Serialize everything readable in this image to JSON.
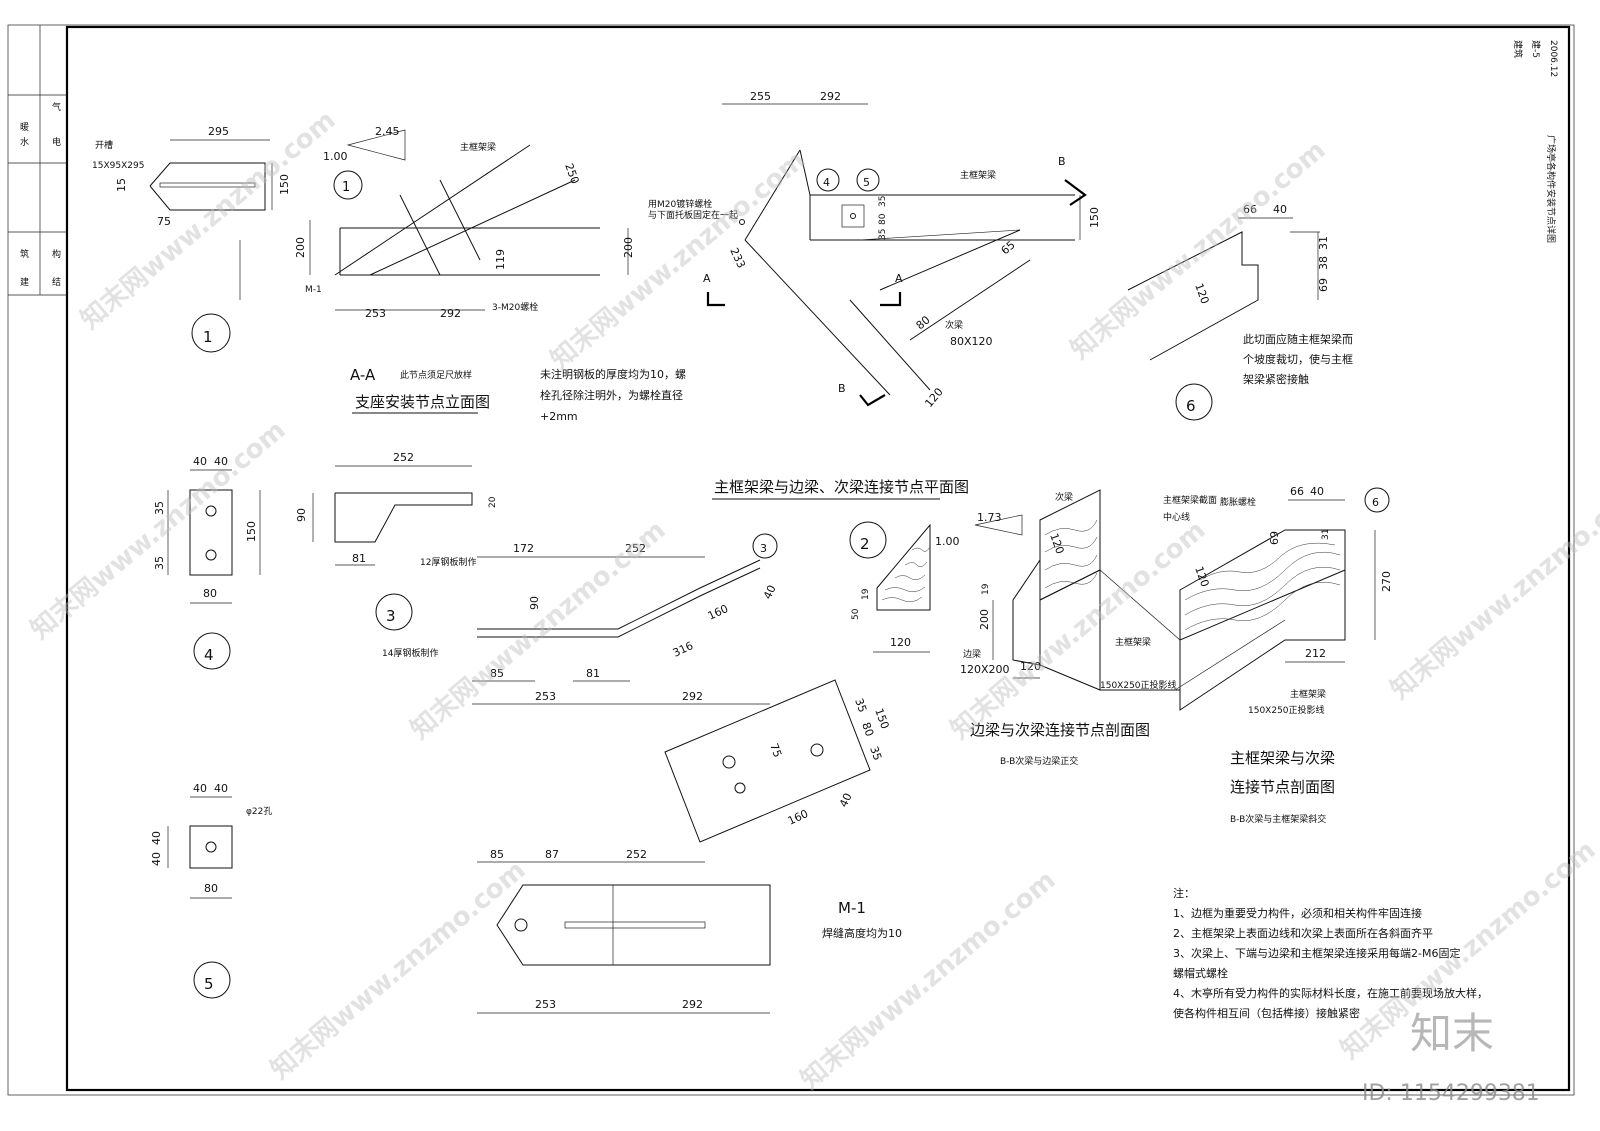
{
  "title_block": {
    "col1": [
      "建",
      "筑",
      "结",
      "构"
    ],
    "col2": [
      "水",
      "暖",
      "电",
      "气"
    ],
    "right_col1": "建筑",
    "right_col2": "建-5",
    "right_col3": "2006.12",
    "drawing_title": "广场亭各构件安装节点详图"
  },
  "section_aa": {
    "title": "A-A",
    "subtitle": "此节点须足尺放样",
    "caption": "支座安装节点立面图",
    "slope_a": "2.45",
    "slope_b": "1.00",
    "label_main_beam": "主框架梁",
    "label_bolts": "3-M20螺栓",
    "label_m1": "M-1",
    "dims": [
      "253",
      "292",
      "200",
      "200",
      "119",
      "250"
    ]
  },
  "detail1": {
    "label_slot": "开槽",
    "label_size": "15X95X295",
    "dims": [
      "295",
      "150",
      "15",
      "75"
    ],
    "marker": "1"
  },
  "plan": {
    "caption": "主框架梁与边梁、次梁连接节点平面图",
    "label_bolt": "用M20镀锌螺栓",
    "label_bolt2": "与下面托板固定在一起",
    "label_main_beam": "主框架梁",
    "label_sec_beam": "次梁",
    "label_sec_size": "80X120",
    "markA": "A",
    "markB": "B",
    "dims": [
      "255",
      "292",
      "233",
      "150",
      "35",
      "80",
      "35",
      "65",
      "80",
      "120"
    ]
  },
  "note_plate": [
    "未注明钢板的厚度均为10，螺",
    "栓孔径除注明外，为螺栓直径",
    "+2mm"
  ],
  "detail6": {
    "marker": "6",
    "dims": [
      "66",
      "40",
      "31",
      "38",
      "69",
      "120"
    ],
    "note": [
      "此切面应随主框架梁而",
      "个坡度裁切，使与主框",
      "架梁紧密接触"
    ]
  },
  "detail4": {
    "marker": "4",
    "dims": [
      "40",
      "40",
      "35",
      "35",
      "150",
      "80"
    ]
  },
  "detail3": {
    "marker": "3",
    "dims": [
      "252",
      "90",
      "20",
      "81"
    ],
    "label": "12厚钢板制作"
  },
  "detail5": {
    "marker": "5",
    "dims": [
      "40",
      "40",
      "40",
      "40",
      "80"
    ],
    "label": "φ22孔"
  },
  "m1": {
    "title": "M-1",
    "note": "焊缝高度均为10",
    "label_plate": "14厚钢板制作",
    "marker": "3",
    "dims_top": [
      "172",
      "252"
    ],
    "dims_mid": [
      "85",
      "81",
      "253",
      "292",
      "316",
      "160",
      "90",
      "40"
    ],
    "dims_side": [
      "35",
      "80",
      "35",
      "150",
      "75",
      "160",
      "40"
    ],
    "dims_bottom": [
      "85",
      "87",
      "252",
      "253",
      "292"
    ]
  },
  "detail2": {
    "marker": "2",
    "slope_a": "1.73",
    "slope_b": "1.00",
    "dims": [
      "19",
      "50",
      "120"
    ]
  },
  "section_edge": {
    "caption": "边梁与次梁连接节点剖面图",
    "sub": "B-B次梁与边梁正交",
    "label_sec": "次梁",
    "label_edge": "边梁",
    "label_edge_size": "120X200",
    "label_main": "主框架梁截面",
    "label_center": "中心线",
    "label_main2": "主框架梁",
    "label_proj": "150X250正投影线",
    "dims": [
      "120",
      "19",
      "200",
      "120"
    ]
  },
  "section_main": {
    "caption1": "主框架梁与次梁",
    "caption2": "连接节点剖面图",
    "sub": "B-B次梁与主框架梁斜交",
    "label_bolt": "膨胀螺栓",
    "label_main": "主框架梁",
    "label_proj": "150X250正投影线",
    "marker": "6",
    "dims": [
      "66",
      "40",
      "69",
      "31",
      "120",
      "270",
      "212"
    ]
  },
  "notes": {
    "head": "注：",
    "items": [
      "1、边框为重要受力构件，必须和相关构件牢固连接",
      "2、主框架梁上表面边线和次梁上表面所在各斜面齐平",
      "3、次梁上、下端与边梁和主框架梁连接采用每端2-M6固定",
      "螺帽式螺栓",
      "4、木亭所有受力构件的实际材料长度，在施工前要现场放大样，",
      "使各构件相互间（包括榫接）接触紧密"
    ]
  },
  "branding": {
    "logo": "知末",
    "id": "ID: 1154299381",
    "watermark": "知末网www.znzmo.com"
  }
}
